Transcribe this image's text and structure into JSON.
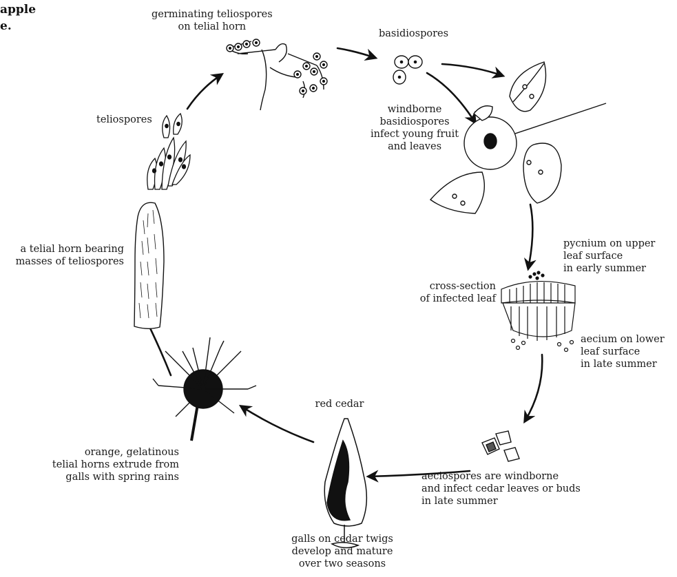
{
  "title": {
    "line1": "apple",
    "line2": "e."
  },
  "labels": {
    "germinating": [
      "germinating teliospores",
      "on telial horn"
    ],
    "basidiospores": [
      "basidiospores"
    ],
    "windborne": [
      "windborne",
      "basidiospores",
      "infect young fruit",
      "and leaves"
    ],
    "teliospores": [
      "teliospores"
    ],
    "telial_horn": [
      "a telial horn bearing",
      "masses of teliospores"
    ],
    "pycnium": [
      "pycnium on upper",
      "leaf surface",
      "in early summer"
    ],
    "cross_section": [
      "cross-section",
      "of infected leaf"
    ],
    "aecium": [
      "aecium on lower",
      "leaf surface",
      "in late summer"
    ],
    "red_cedar": [
      "red cedar"
    ],
    "orange_horns": [
      "orange, gelatinous",
      "telial horns extrude from",
      "galls with spring rains"
    ],
    "aeciospores": [
      "aeciospores are windborne",
      "and infect cedar leaves or buds",
      "in late summer"
    ],
    "galls": [
      "galls on cedar twigs",
      "develop and mature",
      "over two seasons"
    ]
  }
}
